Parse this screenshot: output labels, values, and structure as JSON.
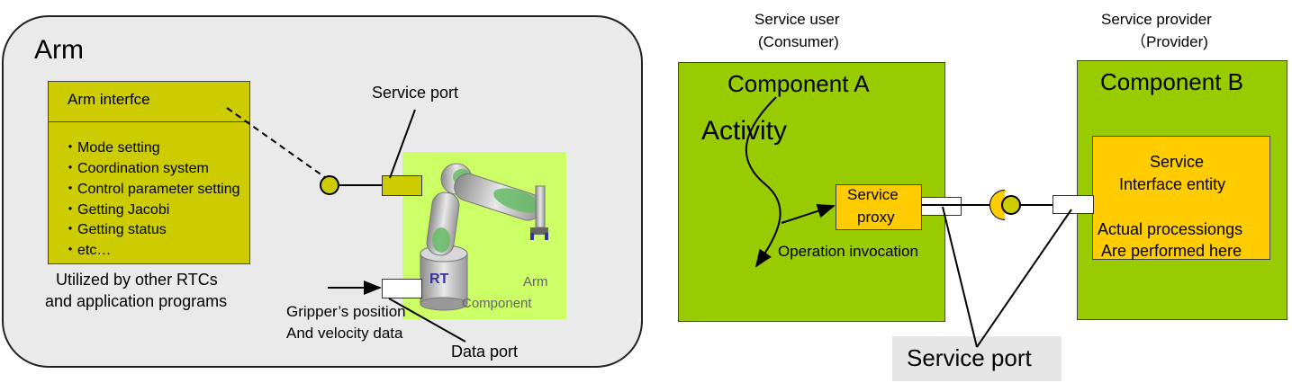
{
  "left_panel": {
    "title": "Arm",
    "interface": {
      "title": "Arm interfce",
      "items": [
        "・Mode setting",
        "・Coordination system",
        "・Control parameter setting",
        "・Getting Jacobi",
        "・Getting status",
        "・etc…"
      ]
    },
    "utilized": [
      "Utilized by other RTCs",
      "and application programs"
    ],
    "service_port_label": "Service port",
    "arm_component": [
      "Arm",
      "Component"
    ],
    "robot_logo_text": "RT",
    "gripper_data": [
      "Gripper’s position",
      "And velocity data"
    ],
    "data_port_label": "Data port"
  },
  "right_panel": {
    "consumer": [
      "Service user",
      "(Consumer)"
    ],
    "provider": [
      "Service provider",
      "（Provider)"
    ],
    "component_a": "Component A",
    "activity": "Activity",
    "component_b": "Component B",
    "service_proxy": [
      "Service",
      "proxy"
    ],
    "service_interface": [
      "Service",
      "Interface entity",
      "Actual processiongs",
      "Are performed here"
    ],
    "operation_invocation": "Operation invocation",
    "service_port_label": "Service port"
  },
  "colors": {
    "panel_gray": "#eaeaea",
    "olive": "#cccc00",
    "light_green": "#ccff66",
    "component_green": "#99cc00",
    "orange": "#ffcc00"
  }
}
